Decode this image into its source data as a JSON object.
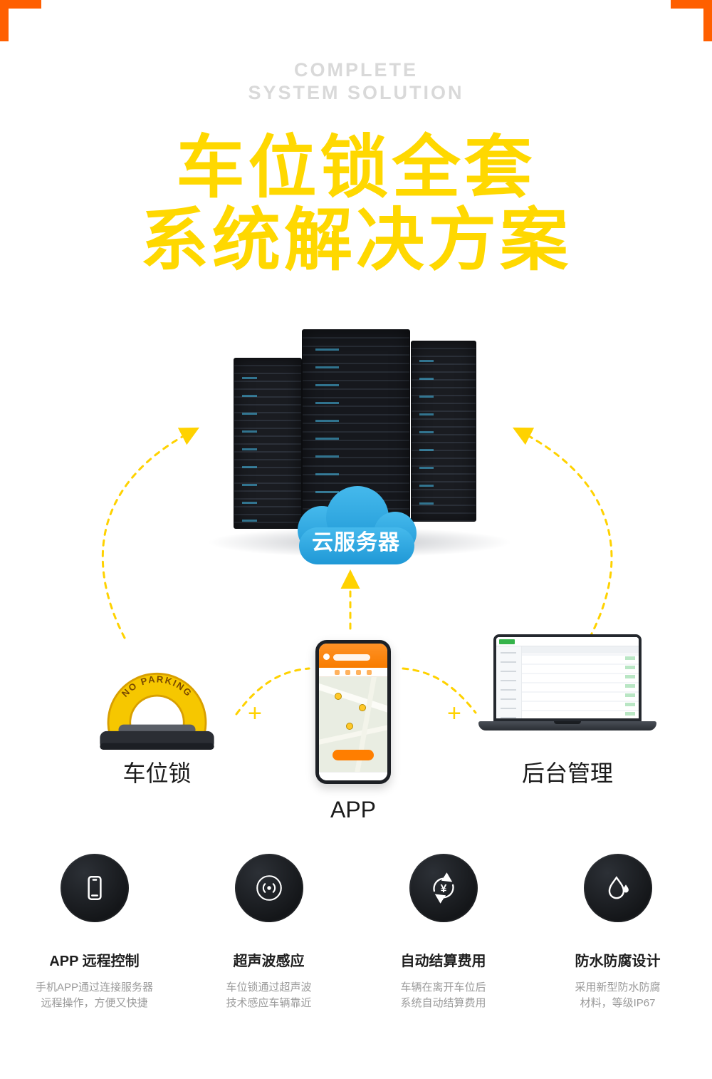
{
  "header": {
    "subtitle_line1": "COMPLETE",
    "subtitle_line2": "SYSTEM SOLUTION",
    "title_line1": "车位锁全套",
    "title_line2": "系统解决方案"
  },
  "diagram": {
    "cloud_label": "云服务器",
    "lock_label": "车位锁",
    "lock_arch_text": "NO  PARKING",
    "app_label": "APP",
    "backend_label": "后台管理",
    "plus": "+"
  },
  "features": [
    {
      "icon": "smartphone-icon",
      "title": "APP 远程控制",
      "desc_line1": "手机APP通过连接服务器",
      "desc_line2": "远程操作，方便又快捷"
    },
    {
      "icon": "ultrasonic-icon",
      "title": "超声波感应",
      "desc_line1": "车位锁通过超声波",
      "desc_line2": "技术感应车辆靠近"
    },
    {
      "icon": "auto-billing-icon",
      "title": "自动结算费用",
      "desc_line1": "车辆在离开车位后",
      "desc_line2": "系统自动结算费用"
    },
    {
      "icon": "waterproof-icon",
      "title": "防水防腐设计",
      "desc_line1": "采用新型防水防腐",
      "desc_line2": "材料，等级IP67"
    }
  ],
  "colors": {
    "accent_yellow": "#ffd800",
    "corner_orange": "#ff5f00",
    "cloud_blue": "#2ba7e0",
    "app_orange": "#f87c00",
    "feature_circle": "#17191d"
  }
}
